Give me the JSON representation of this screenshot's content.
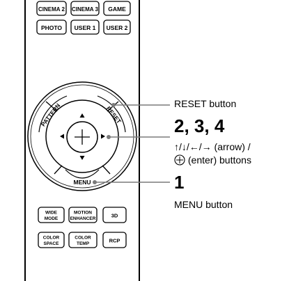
{
  "remote": {
    "row1": [
      "CINEMA 2",
      "CINEMA 3",
      "GAME"
    ],
    "row2": [
      "PHOTO",
      "USER 1",
      "USER 2"
    ],
    "ring_labels": {
      "pattern": "PATTERN",
      "reset": "RESET",
      "menu": "MENU"
    },
    "row3": [
      {
        "line1": "WIDE",
        "line2": "MODE"
      },
      {
        "line1": "MOTION",
        "line2": "ENHANCER"
      },
      {
        "line1": "3D",
        "line2": ""
      }
    ],
    "row4": [
      {
        "line1": "COLOR",
        "line2": "SPACE"
      },
      {
        "line1": "COLOR",
        "line2": "TEMP"
      },
      {
        "line1": "RCP",
        "line2": ""
      }
    ]
  },
  "callouts": {
    "reset": {
      "label": "RESET button"
    },
    "arrows": {
      "step": "2, 3, 4",
      "line1_suffix": " (arrow) /",
      "line2_suffix": " (enter) buttons"
    },
    "menu": {
      "step": "1",
      "label": "MENU button"
    }
  }
}
